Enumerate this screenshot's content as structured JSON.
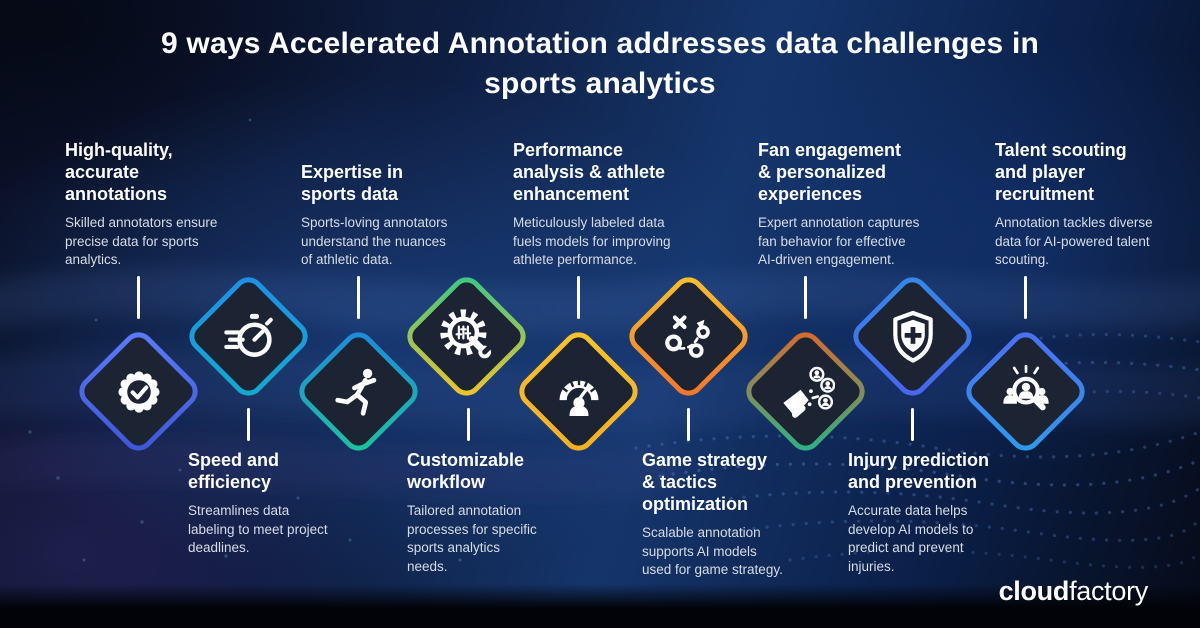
{
  "title": "9 ways Accelerated Annotation addresses data challenges in\nsports analytics",
  "items": [
    {
      "heading": "High-quality,\naccurate\nannotations",
      "body": "Skilled annotators ensure\nprecise data for sports\nanalytics.",
      "icon": "badge-check-icon",
      "border_colors": [
        "#5d7cf9",
        "#3c55d6"
      ]
    },
    {
      "heading": "Speed and\nefficiency",
      "body": "Streamlines data\nlabeling to meet project\ndeadlines.",
      "icon": "stopwatch-icon",
      "border_colors": [
        "#1f8fe8",
        "#14a9cb"
      ]
    },
    {
      "heading": "Expertise in\nsports data",
      "body": "Sports-loving annotators\nunderstand the nuances\nof athletic data.",
      "icon": "runner-icon",
      "border_colors": [
        "#1e87dd",
        "#1fc39a"
      ]
    },
    {
      "heading": "Customizable\nworkflow",
      "body": "Tailored annotation\nprocesses for specific\nsports analytics\nneeds.",
      "icon": "gear-wrench-icon",
      "border_colors": [
        "#33c789",
        "#f7c325"
      ]
    },
    {
      "heading": "Performance\nanalysis & athlete\nenhancement",
      "body": "Meticulously labeled data\nfuels models for improving\nathlete performance.",
      "icon": "gauge-person-icon",
      "border_colors": [
        "#f8c42a",
        "#f3ae22"
      ]
    },
    {
      "heading": "Game strategy\n& tactics\noptimization",
      "body": "Scalable annotation\nsupports AI models\nused for game strategy.",
      "icon": "tactics-board-icon",
      "border_colors": [
        "#f9c32a",
        "#f4712a"
      ]
    },
    {
      "heading": "Fan engagement\n& personalized\nexperiences",
      "body": "Expert annotation captures\nfan behavior for effective\nAI-driven engagement.",
      "icon": "megaphone-audience-icon",
      "border_colors": [
        "#e0662a",
        "#23b58a"
      ]
    },
    {
      "heading": "Injury prediction\nand prevention",
      "body": "Accurate data helps\ndevelop AI models to\npredict and prevent\ninjuries.",
      "icon": "shield-medical-icon",
      "border_colors": [
        "#348ae8",
        "#4a63ef"
      ]
    },
    {
      "heading": "Talent scouting\nand player\nrecruitment",
      "body": "Annotation tackles diverse\ndata for AI-powered talent\nscouting.",
      "icon": "talent-search-icon",
      "border_colors": [
        "#4e6df4",
        "#2d9be8"
      ]
    }
  ],
  "brand": {
    "bold": "cloud",
    "light": "factory"
  },
  "colors": {
    "background_navy": "#15356a",
    "diamond_fill": "#1c2333",
    "connector": "#ffffff",
    "body_text": "#d7dce6",
    "dot_blue": "#5b8ae0"
  }
}
